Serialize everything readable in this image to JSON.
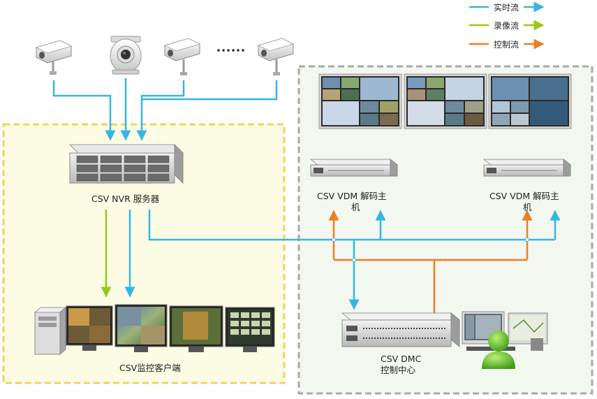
{
  "legend": {
    "realtime": "实时流",
    "recording": "录像流",
    "control": "控制流"
  },
  "labels": {
    "nvr_server": "CSV NVR 服务器",
    "vdm_left_line1": "CSV VDM 解码主",
    "vdm_left_line2": "机",
    "vdm_right_line1": "CSV VDM 解码主",
    "vdm_right_line2": "机",
    "client": "CSV监控客户端",
    "dmc_line1": "CSV DMC",
    "dmc_line2": "控制中心"
  },
  "colors": {
    "realtime": "#33b6e6",
    "recording": "#96c81e",
    "control": "#ef7d22",
    "left_zone_border": "#f5d060",
    "left_zone_fill": "#fcfbe3",
    "right_zone_border": "#a8aaa8",
    "right_zone_fill": "#f2f7ef"
  }
}
